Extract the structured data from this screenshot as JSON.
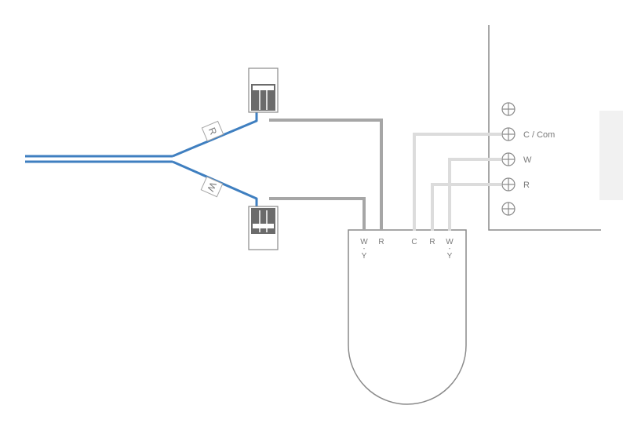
{
  "wire_tags": {
    "upper": "R",
    "lower": "W"
  },
  "receiver_terminals": {
    "w": "W",
    "w_sep": "-",
    "y": "Y",
    "r": "R",
    "c": "C",
    "r2": "R",
    "w2": "W",
    "w2_sep": "-",
    "y2": "Y"
  },
  "panel_terminals": {
    "c_com": "C / Com",
    "w": "W",
    "r": "R"
  },
  "colors": {
    "blue_wire": "#3f7fc0",
    "gray_wire": "#a6a6a6",
    "light_wire": "#dcdcdc",
    "outline": "#8a8a8a",
    "connector": "#6b6b6b",
    "label": "#7a7a7a",
    "panel_tab": "#f1f1f1"
  }
}
